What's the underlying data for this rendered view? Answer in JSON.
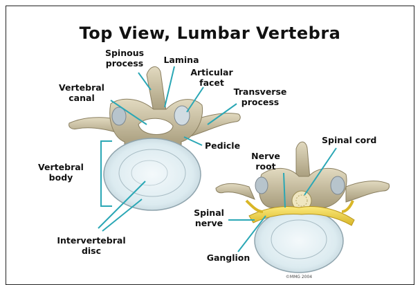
{
  "title": "Top View, Lumbar Vertebra",
  "labels": {
    "spinous_process": [
      "Spinous",
      "process"
    ],
    "lamina": "Lamina",
    "articular_facet": [
      "Articular",
      "facet"
    ],
    "vertebral_canal": [
      "Vertebral",
      "canal"
    ],
    "transverse_process": [
      "Transverse",
      "process"
    ],
    "pedicle": "Pedicle",
    "vertebral_body": [
      "Vertebral",
      "body"
    ],
    "intervertebral_disc": [
      "Intervertebral",
      "disc"
    ],
    "nerve_root": [
      "Nerve",
      "root"
    ],
    "spinal_cord": "Spinal cord",
    "spinal_nerve": [
      "Spinal",
      "nerve"
    ],
    "ganglion": "Ganglion"
  },
  "copyright": "©MMG 2004",
  "colors": {
    "leader": "#2aa7b5",
    "bone": "#cfc5a6",
    "disc": "#e7f1f4",
    "nerve": "#f0d84a"
  }
}
